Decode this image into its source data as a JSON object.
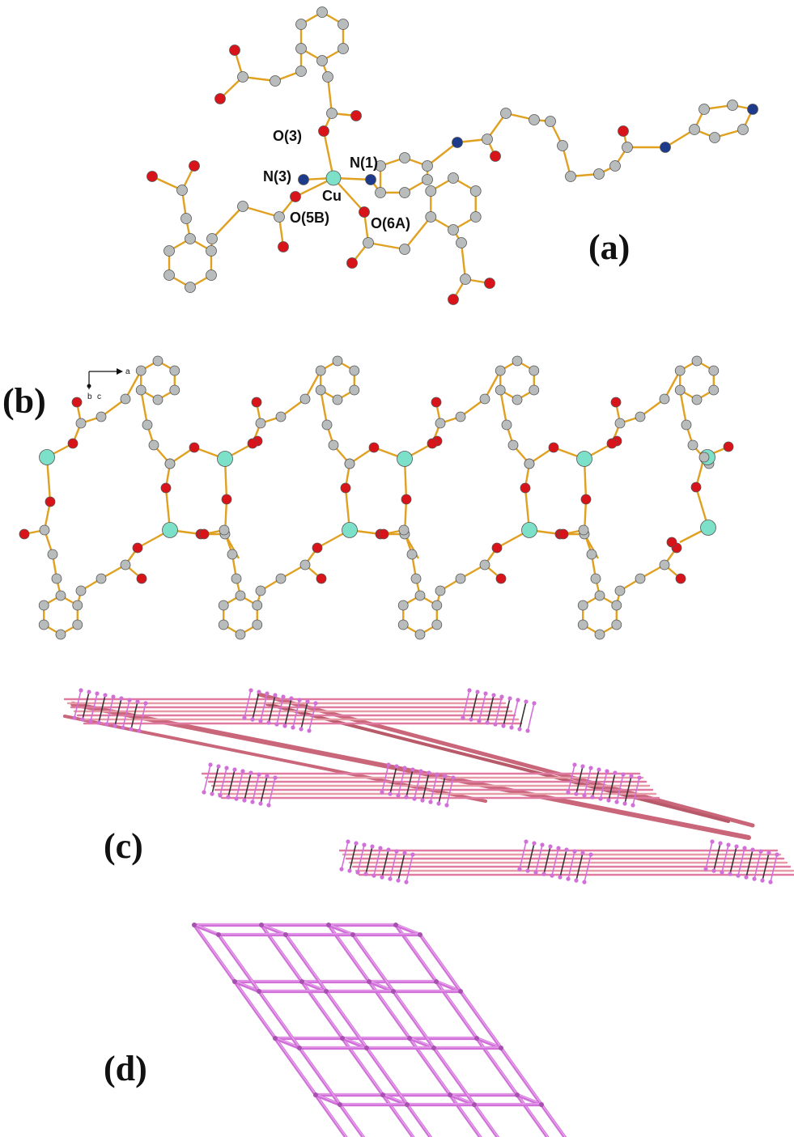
{
  "panels": {
    "a": {
      "label": "(a)"
    },
    "b": {
      "label": "(b)"
    },
    "c": {
      "label": "(c)"
    },
    "d": {
      "label": "(d)"
    }
  },
  "atom_labels": {
    "o3": "O(3)",
    "n1": "N(1)",
    "n3": "N(3)",
    "cu": "Cu",
    "o5b": "O(5B)",
    "o6a": "O(6A)"
  },
  "axes": {
    "a": "a",
    "b": "b",
    "c": "c"
  },
  "colors": {
    "carbon": "#b9bcbc",
    "oxygen": "#d8141a",
    "nitrogen": "#1e3a8a",
    "copper": "#7de0c8",
    "bond": "#e0a020",
    "net_pink": "#e07aa0",
    "net_magenta": "#d070d8",
    "net_dark": "#333333"
  }
}
